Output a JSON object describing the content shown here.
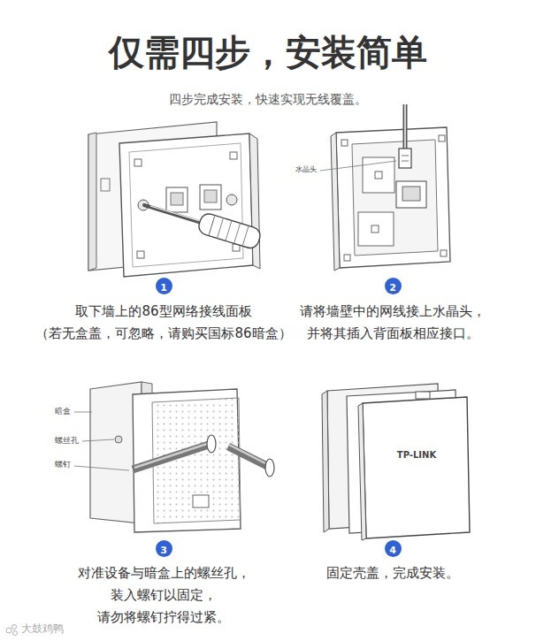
{
  "diagram": {
    "title": "仅需四步，安装简单",
    "nodes": [
      {
        "text": [
          "1"
        ]
      },
      {
        "text": [
          "2"
        ]
      },
      {
        "text": [
          "3"
        ]
      },
      {
        "text": [
          "4"
        ]
      }
    ],
    "labels": [
      "四步完成安装，快速实现无线覆盖。",
      "水晶头",
      "取下墙上的86型网络接线面板",
      "（若无盒盖，可忽略，请购买国标86暗盒）",
      "请将墙壁中的网线接上水晶头， 并将其插入背面板相应接口。",
      "暗盒",
      "螺丝孔",
      "螺钉",
      "TP-LINK",
      "对准设备与暗盒上的螺丝孔， 装入螺钉以固定， 请勿将螺钉拧得过紧。",
      "固定壳盖，完成安装。",
      "大鼓鸡鸭"
    ]
  }
}
